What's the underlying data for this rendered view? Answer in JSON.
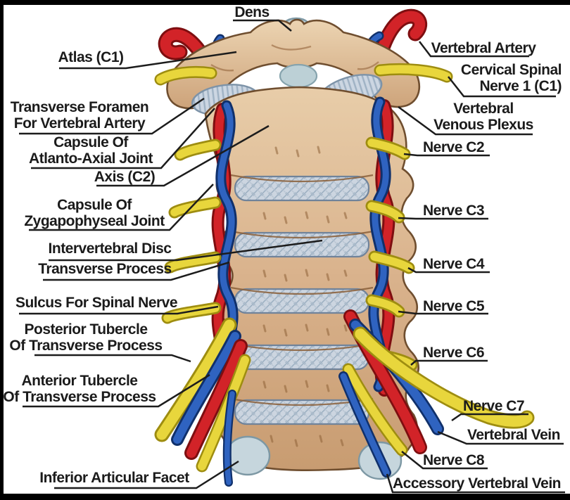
{
  "palette": {
    "bone": "#d9b28c",
    "bone_outline": "#6f4e2f",
    "disc": "#ccd5e0",
    "artery_red": "#d22328",
    "vein_blue": "#2f63c0",
    "nerve_yellow": "#e8d63c",
    "cartilage_gray": "#c6d6dd",
    "label_text": "#1b1b1b",
    "frame_black": "#000000"
  },
  "labels": {
    "dens": {
      "lines": [
        "Dens"
      ]
    },
    "left": [
      {
        "id": "atlas-c1",
        "lines": [
          "Atlas (C1)"
        ]
      },
      {
        "id": "transverse-foramen",
        "lines": [
          "Transverse Foramen",
          "For Vertebral Artery"
        ]
      },
      {
        "id": "capsule-atlanto-axial",
        "lines": [
          "Capsule Of",
          "Atlanto-Axial Joint"
        ]
      },
      {
        "id": "axis-c2",
        "lines": [
          "Axis (C2)"
        ]
      },
      {
        "id": "capsule-zygapophyseal",
        "lines": [
          "Capsule Of",
          "Zygapophyseal Joint"
        ]
      },
      {
        "id": "intervertebral-disc",
        "lines": [
          "Intervertebral Disc"
        ]
      },
      {
        "id": "transverse-process",
        "lines": [
          "Transverse Process"
        ]
      },
      {
        "id": "sulcus-spinal-nerve",
        "lines": [
          "Sulcus For Spinal Nerve"
        ]
      },
      {
        "id": "posterior-tubercle",
        "lines": [
          "Posterior Tubercle",
          "Of Transverse Process"
        ]
      },
      {
        "id": "anterior-tubercle",
        "lines": [
          "Anterior Tubercle",
          "Of Transverse Process"
        ]
      },
      {
        "id": "inferior-articular-facet",
        "lines": [
          "Inferior Articular Facet"
        ]
      }
    ],
    "right": [
      {
        "id": "vertebral-artery",
        "lines": [
          "Vertebral Artery"
        ]
      },
      {
        "id": "cervical-spinal-nerve-1",
        "lines": [
          "Cervical Spinal",
          "Nerve 1 (C1)"
        ]
      },
      {
        "id": "vertebral-venous-plexus",
        "lines": [
          "Vertebral",
          "Venous Plexus"
        ]
      },
      {
        "id": "nerve-c2",
        "lines": [
          "Nerve C2"
        ]
      },
      {
        "id": "nerve-c3",
        "lines": [
          "Nerve C3"
        ]
      },
      {
        "id": "nerve-c4",
        "lines": [
          "Nerve C4"
        ]
      },
      {
        "id": "nerve-c5",
        "lines": [
          "Nerve C5"
        ]
      },
      {
        "id": "nerve-c6",
        "lines": [
          "Nerve C6"
        ]
      },
      {
        "id": "nerve-c7",
        "lines": [
          "Nerve C7"
        ]
      },
      {
        "id": "vertebral-vein",
        "lines": [
          "Vertebral Vein"
        ]
      },
      {
        "id": "nerve-c8",
        "lines": [
          "Nerve C8"
        ]
      },
      {
        "id": "accessory-vertebral-vein",
        "lines": [
          "Accessory Vertebral Vein"
        ]
      }
    ]
  }
}
